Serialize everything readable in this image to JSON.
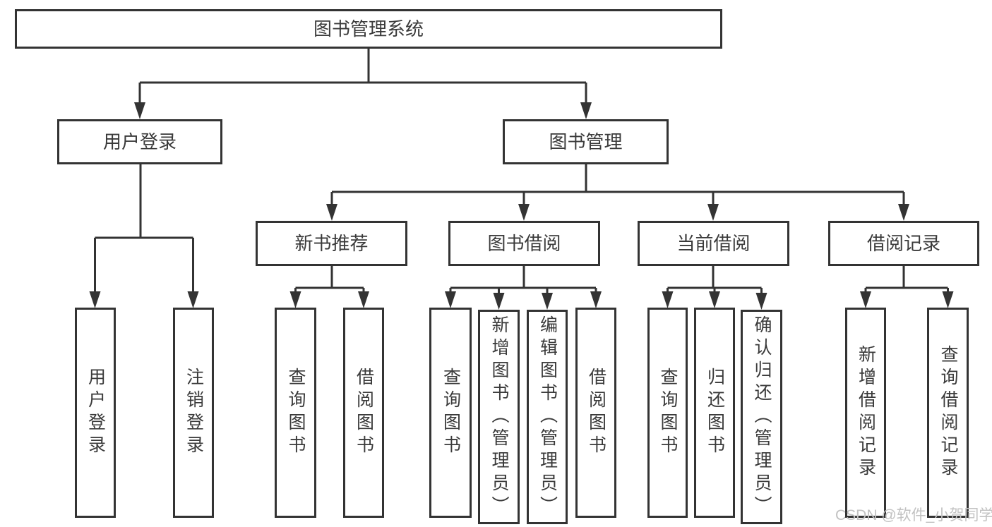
{
  "diagram": {
    "type": "hierarchy-tree",
    "colors": {
      "line": "#333333",
      "box_border": "#333333",
      "text": "#3a3a3a",
      "background": "#ffffff",
      "watermark_text_color": "#c2c2c2"
    },
    "tree": {
      "root": {
        "label": "图书管理系统"
      },
      "user_branch": {
        "label": "用户登录",
        "leaves": [
          {
            "label": "用户登录"
          },
          {
            "label": "注销登录"
          }
        ]
      },
      "book_branch": {
        "label": "图书管理",
        "groups": [
          {
            "label": "新书推荐",
            "leaves": [
              {
                "label": "查询图书"
              },
              {
                "label": "借阅图书"
              }
            ]
          },
          {
            "label": "图书借阅",
            "leaves": [
              {
                "label": "查询图书"
              },
              {
                "label": "新增图书（管理员）"
              },
              {
                "label": "编辑图书（管理员）"
              },
              {
                "label": "借阅图书"
              }
            ]
          },
          {
            "label": "当前借阅",
            "leaves": [
              {
                "label": "查询图书"
              },
              {
                "label": "归还图书"
              },
              {
                "label": "确认归还（管理员）"
              }
            ]
          },
          {
            "label": "借阅记录",
            "leaves": [
              {
                "label": "新增借阅记录"
              },
              {
                "label": "查询借阅记录"
              }
            ]
          }
        ]
      }
    },
    "watermark": {
      "text": "CSDN @软件_小贺同学"
    }
  }
}
